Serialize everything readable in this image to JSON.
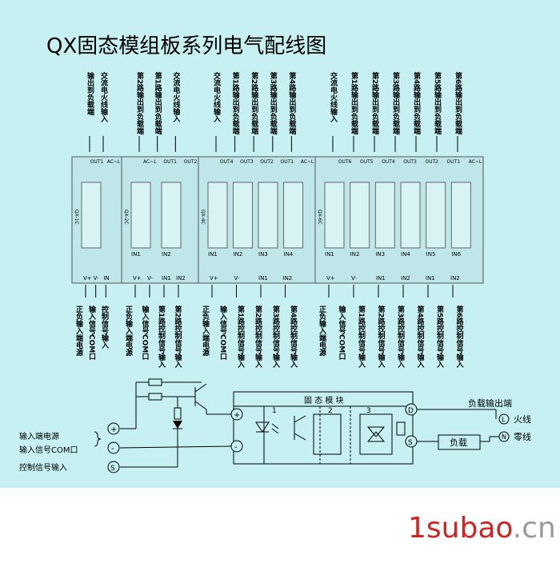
{
  "title": "QX固态模组板系列电气配线图",
  "colors": {
    "background": "#c6f0f2",
    "module": "#bfe7ea",
    "watermark_main": "#d32222",
    "watermark_suffix": "#9a9a9a"
  },
  "modules": [
    {
      "top_terminals": [
        "AC~L",
        "OUT1"
      ],
      "bottom_terminals": [
        "V+",
        "V-",
        "IN"
      ],
      "inputs": [],
      "label": "QX-1C",
      "top_labels": [
        "输出到负载端",
        "交流电火线输入"
      ],
      "bottom_labels": [
        "正负输入端电源",
        "输入信号COM口",
        "控制信号输入"
      ]
    },
    {
      "top_terminals": [
        "OUT2",
        "OUT1",
        "AC~L"
      ],
      "bottom_terminals": [
        "V+",
        "V-",
        "IN1",
        "IN2"
      ],
      "inputs": [
        "IN1",
        "IN2"
      ],
      "label": "QX-2C",
      "top_labels": [
        "第2路输出到负载端",
        "第1路输出到负载端",
        "交流电火线输入"
      ],
      "bottom_labels": [
        "正负输入端电源",
        "输入信号COM口",
        "第1路控制信号输入",
        "第2路控制信号输入"
      ]
    },
    {
      "top_terminals": [
        "AC~L",
        "OUT1",
        "OUT2",
        "OUT3",
        "OUT4"
      ],
      "bottom_terminals": [
        "V+",
        "V-",
        "IN1",
        "IN2"
      ],
      "inputs": [
        "IN1",
        "IN2",
        "IN3",
        "IN4"
      ],
      "label": "QX-4C",
      "top_labels": [
        "交流电火线输入",
        "第1路输出到负载端",
        "第2路输出到负载端",
        "第3路输出到负载端",
        "第4路输出到负载端"
      ],
      "bottom_labels": [
        "正负输入端电源",
        "输入信号COM口",
        "第1路控制信号输入",
        "第2路控制信号输入",
        "第3路控制信号输入",
        "第4路控制信号输入"
      ]
    },
    {
      "top_terminals": [
        "AC~L",
        "OUT1",
        "OUT2",
        "OUT3",
        "OUT4",
        "OUT5",
        "OUT6"
      ],
      "bottom_terminals": [
        "V+",
        "V-",
        "IN1",
        "IN2",
        "IN1",
        "IN2"
      ],
      "inputs": [
        "IN1",
        "IN2",
        "IN3",
        "IN4",
        "IN5",
        "IN6"
      ],
      "label": "QX-6C",
      "top_labels": [
        "交流电火线输入",
        "第1路输出到负载端",
        "第2路输出到负载端",
        "第3路输出到负载端",
        "第4路输出到负载端",
        "第5路输出到负载端",
        "第6路输出到负载端"
      ],
      "bottom_labels": [
        "正负输入端电源",
        "输入信号COM口",
        "第1路控制信号输入",
        "第2路控制信号输入",
        "第3路控制信号输入",
        "第4路控制信号输入",
        "第5路控制信号输入",
        "第6路控制信号输入"
      ]
    }
  ],
  "schematic": {
    "block_title": "固 态 模 块",
    "stage_numbers": [
      "1",
      "2",
      "3"
    ],
    "left_labels": {
      "power": "输入端电源",
      "com": "输入信号COM口",
      "control": "控制信号输入"
    },
    "left_symbols": [
      "+",
      "-",
      "S"
    ],
    "right_symbols": [
      "D",
      "S"
    ],
    "load_output": "负载输出端",
    "live": "火线",
    "neutral": "零线",
    "live_symbol": "L",
    "neutral_symbol": "N",
    "load": "负载"
  },
  "watermark": {
    "main": "1subao",
    "suffix": ".cn"
  }
}
